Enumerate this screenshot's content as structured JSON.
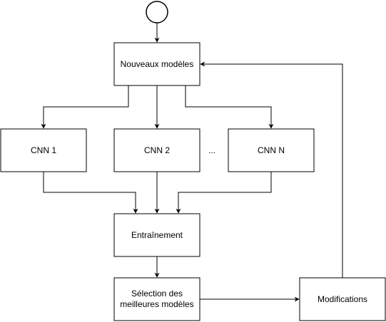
{
  "diagram": {
    "nodes": {
      "new_models": "Nouveaux modèles",
      "cnn1": "CNN 1",
      "cnn2": "CNN 2",
      "ellipsis": "...",
      "cnnn": "CNN N",
      "training": "Entraînement",
      "selection_line1": "Sélection des",
      "selection_line2": "meilleures modèles",
      "modifications": "Modifications"
    },
    "colors": {
      "stroke": "#000000",
      "fill": "#ffffff"
    }
  }
}
